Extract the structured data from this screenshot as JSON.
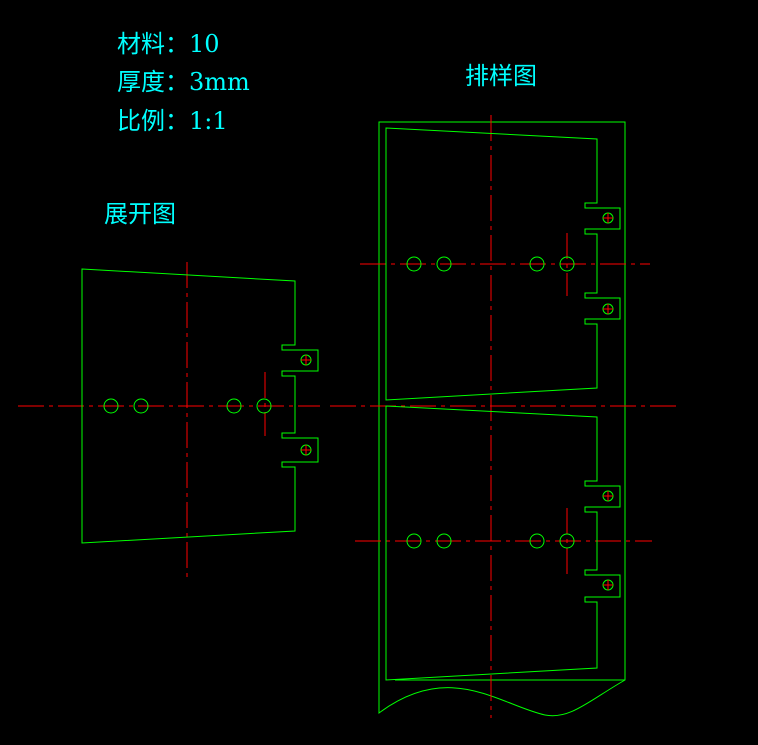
{
  "specs": {
    "material": "材料：10",
    "thickness": "厚度：3mm",
    "scale": "比例：1:1"
  },
  "titles": {
    "unfolded": "展开图",
    "nesting": "排样图"
  },
  "colors": {
    "background": "#000000",
    "outline": "#00ff00",
    "centerline": "#ff0000",
    "text": "#00ffff"
  }
}
